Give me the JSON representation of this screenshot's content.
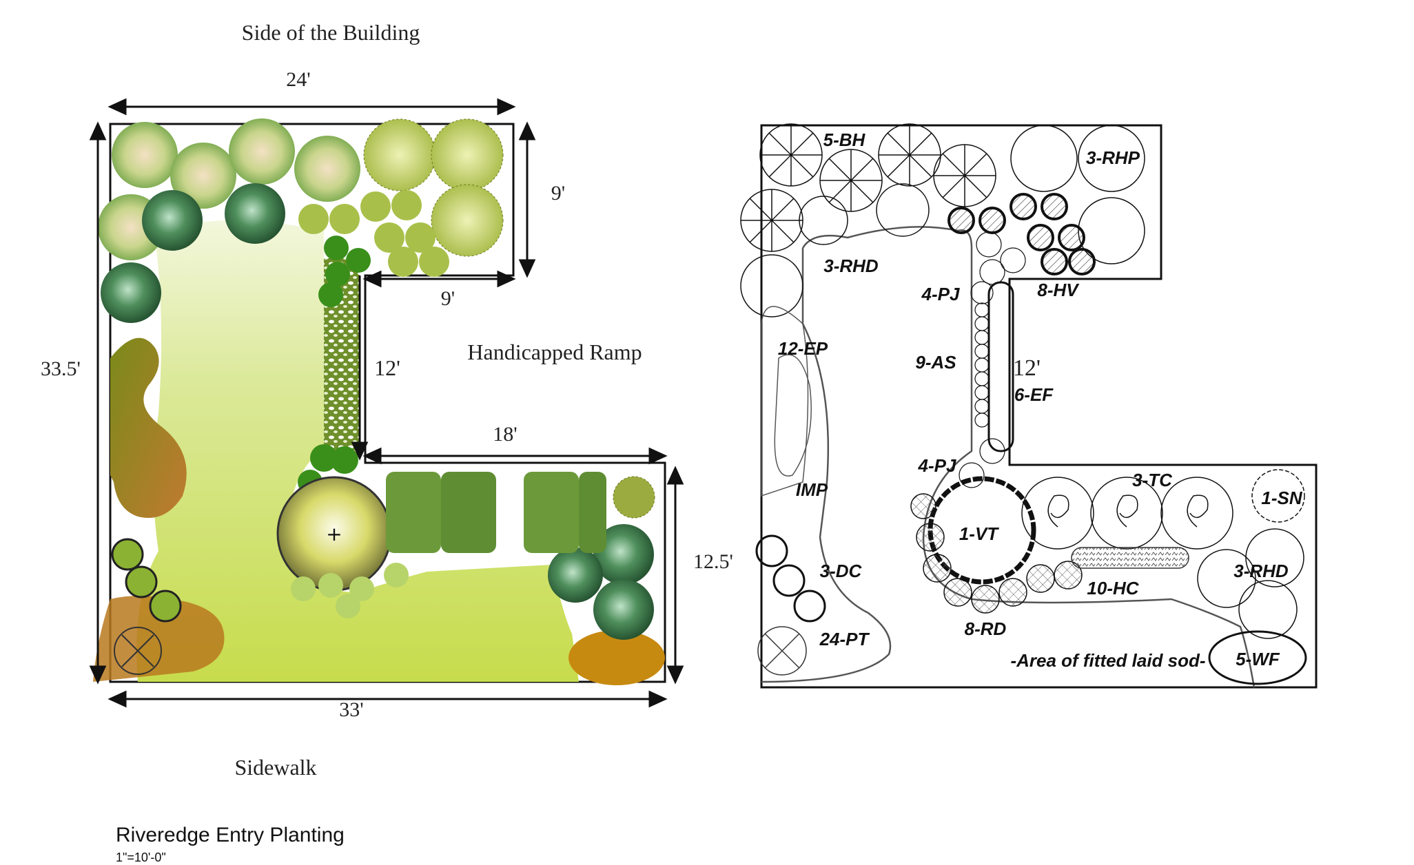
{
  "left_plan": {
    "side_label": "Side of the Building",
    "ramp_label": "Handicapped Ramp",
    "sidewalk_label": "Sidewalk",
    "dims": {
      "top": "24'",
      "right_top": "9'",
      "notch_width": "9'",
      "left": "33.5'",
      "ramp": "12'",
      "lower_top": "18'",
      "lower_right": "12.5'",
      "bottom": "33'"
    },
    "colors": {
      "lawn": "#cfe15a",
      "lawn_light": "#f3f7dc",
      "mulch": "#b8791f",
      "shrub_dark": "#3d7a3a",
      "shrub_green": "#3a8f1a"
    }
  },
  "right_plan": {
    "dim_ramp": "12'",
    "labels": {
      "bh": "5-BH",
      "rhp": "3-RHP",
      "rhd_top": "3-RHD",
      "pj_top": "4-PJ",
      "hv": "8-HV",
      "ep": "12-EP",
      "as": "9-AS",
      "ef": "6-EF",
      "pj_bottom": "4-PJ",
      "tc": "3-TC",
      "sn": "1-SN",
      "imp": "IMP",
      "vt": "1-VT",
      "rhd_bottom": "3-RHD",
      "dc": "3-DC",
      "hc": "10-HC",
      "rd": "8-RD",
      "pt": "24-PT",
      "sod": "-Area of fitted laid sod-",
      "wf": "5-WF"
    }
  },
  "footer": {
    "title": "Riveredge Entry Planting",
    "scale": "1\"=10'-0\""
  }
}
